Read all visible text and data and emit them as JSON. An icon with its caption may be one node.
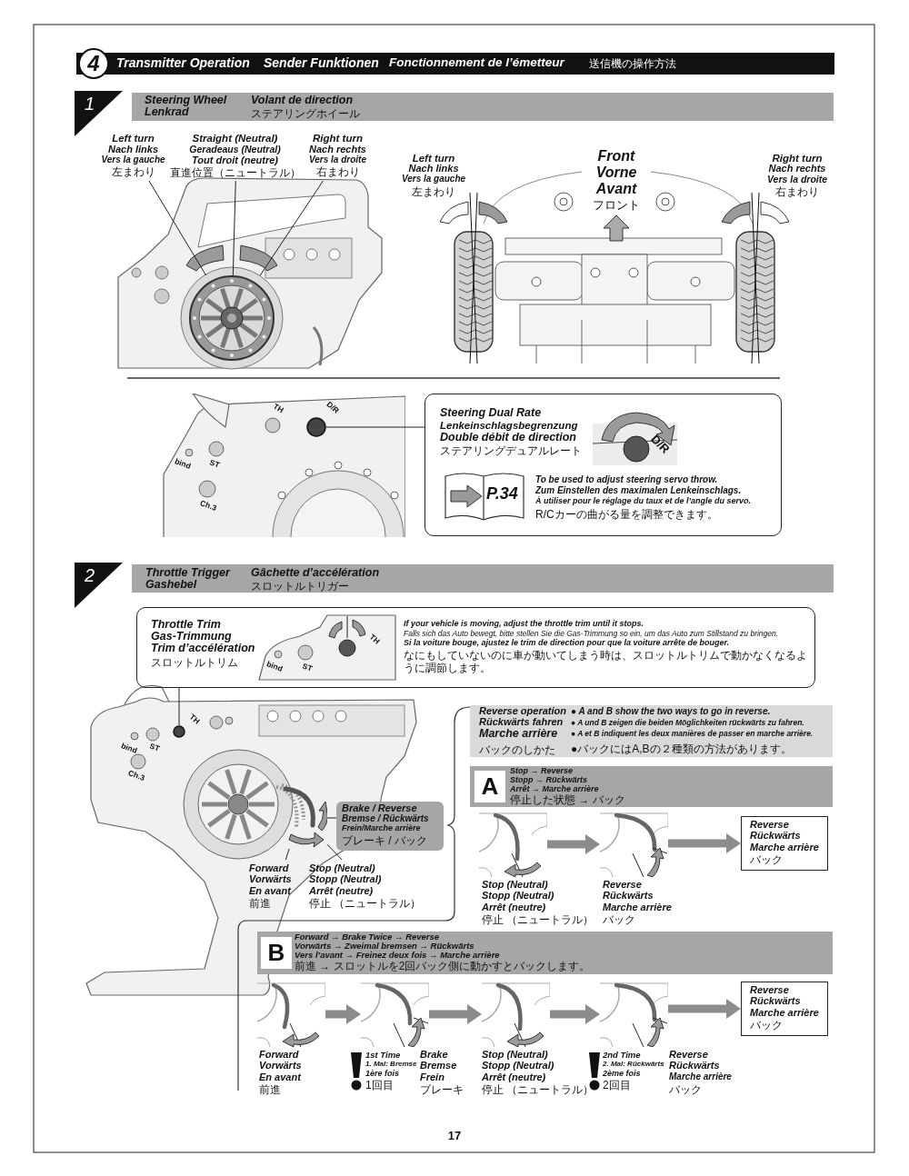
{
  "diagram": {
    "nodes": [
      {
        "text": [
          "4",
          "Transmitter Operation",
          "Sender Funktionen",
          "Fonctionnement de l’émetteur",
          "送信機の操作方法"
        ]
      },
      {
        "text": [
          "1",
          "Steering Wheel",
          "Lenkrad",
          "Volant de direction",
          "ステアリングホイール"
        ]
      },
      {
        "text": [
          "Left turn",
          "Nach links",
          "Vers la gauche",
          "左まわり"
        ]
      },
      {
        "text": [
          "Straight (Neutral)",
          "Geradeaus (Neutral)",
          "Tout droit (neutre)",
          "直進位置（ニュートラル）"
        ]
      },
      {
        "text": [
          "Right turn",
          "Nach rechts",
          "Vers la droite",
          "右まわり"
        ]
      },
      {
        "text": [],
        "shape": "picture"
      },
      {
        "text": [],
        "shape": "circle"
      },
      {
        "text": [
          "Steering Dual Rate",
          "Lenkeinschlagsbegrenzung",
          "Double débit de direction",
          "ステアリングデュアルレート",
          "To be used to adjust steering servo throw.",
          "Zum Einstellen des maximalen Lenkeinschlags.",
          "À utiliser pour le réglage du taux et de l’angle du servo.",
          "R/Cカーの曲がる量を調整できます。"
        ]
      },
      {
        "text": [
          "P.34"
        ],
        "in": 7
      },
      {
        "text": [
          "2",
          "Throttle Trigger",
          "Gashebel",
          "Gâchette d’accélération",
          "スロットルトリガー"
        ]
      },
      {
        "text": [
          "Throttle Trim",
          "Gas-Trimmung",
          "Trim d’accélération",
          "スロットルトリム",
          "If your vehicle is moving, adjust the throttle trim until it stops.",
          "Falls sich das Auto bewegt, bitte stellen Sie die Gas-Trimmung so ein, um das Auto zum Stillstand zu bringen.",
          "Si la voiture bouge, ajustez le trim de direction pour que la voiture arrête de bouger.",
          "なにもしていないのに車が動いてしまう時は、スロットルトリムで動かなくなるように調節します。"
        ]
      },
      {
        "text": [],
        "shape": "circle"
      },
      {
        "text": [],
        "shape": "picture"
      },
      {
        "text": [
          "Brake / Reverse",
          "Bremse / Rückwärts",
          "Frein/Marche arrière",
          "ブレーキ / バック"
        ]
      },
      {
        "text": [
          "Forward",
          "Vorwärts",
          "En avant",
          "前進"
        ]
      },
      {
        "text": [
          "Stop (Neutral)",
          "Stopp (Neutral)",
          "Arrêt (neutre)",
          "停止 （ニュートラル）"
        ]
      },
      {
        "text": [
          "Reverse operation",
          "Rückwärts fahren",
          "Marche arrière",
          "バックのしかた",
          "● A and B show the two ways to go in reverse.",
          "● A und B zeigen die beiden Möglichkeiten rückwärts zu fahren.",
          "● A et B indiquent les deux manières de passer en marche arrière.",
          "●バックにはA,Bの２種類の方法があります。"
        ]
      },
      {
        "text": [
          "A",
          "Stop → Reverse",
          "Stopp → Rückwärts",
          "Arrêt → Marche arrière",
          "停止した状態 → バック"
        ]
      },
      {
        "text": [],
        "shape": "picture",
        "beside": [
          "Stop (Neutral)",
          "Stopp (Neutral)",
          "Arrêt (neutre)",
          "停止 （ニュートラル）"
        ]
      },
      {
        "text": [],
        "shape": "picture",
        "beside": [
          "Reverse",
          "Rückwärts",
          "Marche arrière",
          "バック"
        ]
      },
      {
        "text": [
          "Reverse",
          "Rückwärts",
          "Marche arrière",
          "バック"
        ]
      },
      {
        "text": [
          "B",
          "Forward → Brake Twice → Reverse",
          "Vorwärts → Zweimal bremsen → Rückwärts",
          "Vers l’avant → Freinez deux fois → Marche arrière",
          "前進 → スロットルを2回バック側に動かすとバックします。"
        ]
      },
      {
        "text": [],
        "shape": "picture",
        "beside": [
          "Forward",
          "Vorwärts",
          "En avant",
          "前進"
        ]
      },
      {
        "text": [],
        "shape": "picture",
        "beside": [
          "1st Time",
          "1. Mal: Bremse",
          "1ère fois",
          "1回目",
          "Brake",
          "Bremse",
          "Frein",
          "ブレーキ"
        ]
      },
      {
        "text": [],
        "shape": "picture",
        "beside": [
          "Stop (Neutral)",
          "Stopp (Neutral)",
          "Arrêt (neutre)",
          "停止 （ニュートラル）"
        ]
      },
      {
        "text": [],
        "shape": "picture",
        "beside": [
          "2nd Time",
          "2. Mal: Rückwärts",
          "2ème fois",
          "2回目",
          "Reverse",
          "Rückwärts",
          "Marche arrière",
          "バック"
        ]
      },
      {
        "text": [
          "Reverse",
          "Rückwärts",
          "Marche arrière",
          "バック"
        ]
      }
    ],
    "edges": [
      {
        "from": 2,
        "to": 5,
        "arrow": "none"
      },
      {
        "from": 3,
        "to": 5,
        "arrow": "none"
      },
      {
        "from": 4,
        "to": 5,
        "arrow": "none"
      },
      {
        "from": 7,
        "to": 6,
        "arrow": "none"
      },
      {
        "from": 10,
        "to": 11,
        "arrow": "none"
      },
      {
        "from": 13,
        "to": 12,
        "arrow": "none"
      },
      {
        "from": 14,
        "to": 12,
        "arrow": "none"
      },
      {
        "from": 15,
        "to": 12,
        "arrow": "none"
      },
      {
        "from": 18,
        "to": 19,
        "arrow": "to",
        "style": "thick",
        "color": "#8c8c8c"
      },
      {
        "from": 19,
        "to": 20,
        "arrow": "to",
        "style": "thick",
        "color": "#8c8c8c"
      },
      {
        "from": 22,
        "to": 23,
        "arrow": "to",
        "style": "thick",
        "color": "#8c8c8c"
      },
      {
        "from": 23,
        "to": 24,
        "arrow": "to",
        "style": "thick",
        "color": "#8c8c8c"
      },
      {
        "from": 24,
        "to": 25,
        "arrow": "to",
        "style": "thick",
        "color": "#8c8c8c"
      },
      {
        "from": 25,
        "to": 26,
        "arrow": "to",
        "style": "thick",
        "color": "#8c8c8c"
      }
    ],
    "labels": [
      "Left turn",
      "Nach links",
      "Vers la gauche",
      "左まわり",
      "Front",
      "Vorne",
      "Avant",
      "フロント",
      "Right turn",
      "Nach rechts",
      "Vers la droite",
      "右まわり",
      "bind",
      "ST",
      "TH",
      "D/R",
      "Ch.3",
      "D/R",
      "bind",
      "ST",
      "TH",
      "bind",
      "ST",
      "TH",
      "Ch.3",
      "17"
    ]
  }
}
